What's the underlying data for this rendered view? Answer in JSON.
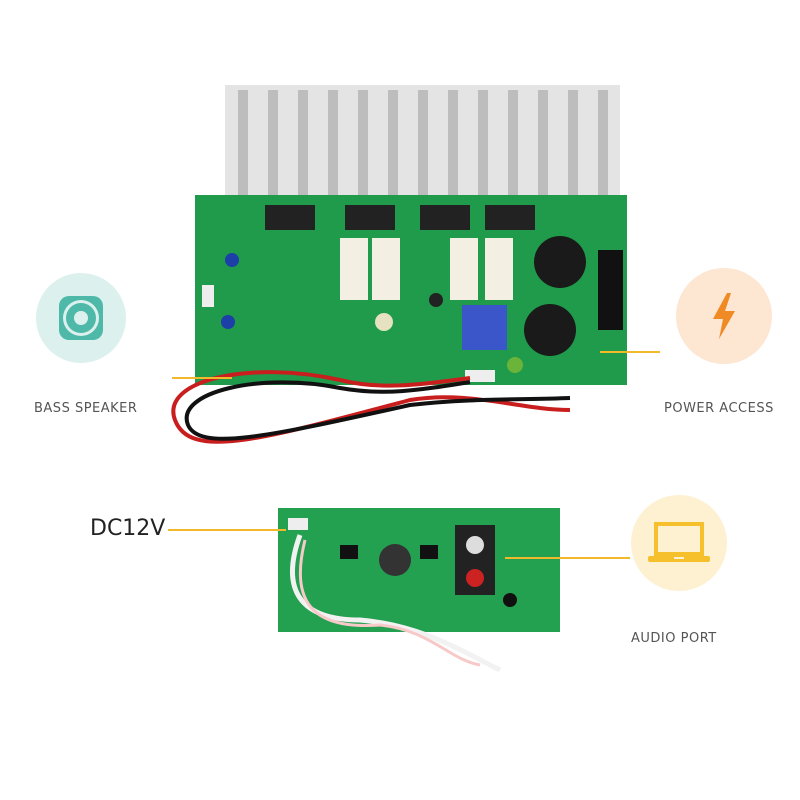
{
  "features": {
    "bass_speaker": {
      "label": "BASS SPEAKER",
      "icon": "speaker-icon",
      "color": "#4fb9a9",
      "bg": "#dcf1ee"
    },
    "power_access": {
      "label": "POWER ACCESS",
      "icon": "lightning-bolt-icon",
      "color": "#f08a24",
      "bg": "#fde6d2"
    },
    "dc12v": {
      "label": "DC12V"
    },
    "audio_port": {
      "label": "AUDIO PORT",
      "icon": "laptop-icon",
      "color": "#f6c02c",
      "bg": "#fdf1d2"
    }
  },
  "colors": {
    "pcb": "#1f9b4b",
    "heatsink": "#d8d8d8",
    "callout_line": "#f2b92b"
  }
}
